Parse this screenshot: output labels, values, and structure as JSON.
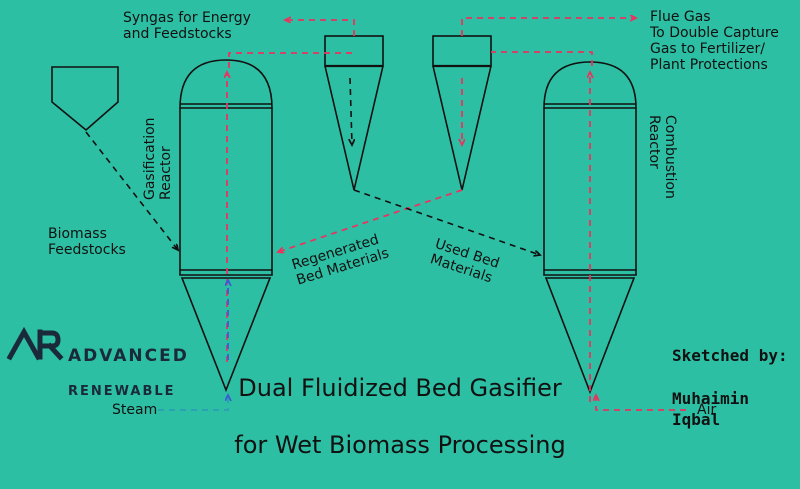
{
  "title": {
    "line1": "Dual Fluidized Bed Gasifier",
    "line2": "for Wet Biomass Processing"
  },
  "labels": {
    "syngas": "Syngas for Energy\nand Feedstocks",
    "flue_gas": "Flue Gas\nTo Double Capture\nGas to Fertilizer/\nPlant Protections",
    "gasification_reactor": "Gasification\nReactor",
    "combustion_reactor": "Combustion\nReactor",
    "biomass_feedstocks": "Biomass\nFeedstocks",
    "regenerated_bed": "Regenerated\nBed Materials",
    "used_bed": "Used Bed\nMaterials",
    "steam": "Steam",
    "air": "Air"
  },
  "logo": {
    "mark": "AR",
    "line1": "ADVANCED",
    "line2": "RENEWABLE"
  },
  "credit": {
    "line1": "Sketched by:",
    "line2": "Muhaimin Iqbal"
  },
  "colors": {
    "background": "#2dbfa3",
    "outline": "#111111",
    "hot_flow": "#e8345f",
    "steam_flow": "#3b5bd6",
    "solid_flow": "#111111"
  }
}
